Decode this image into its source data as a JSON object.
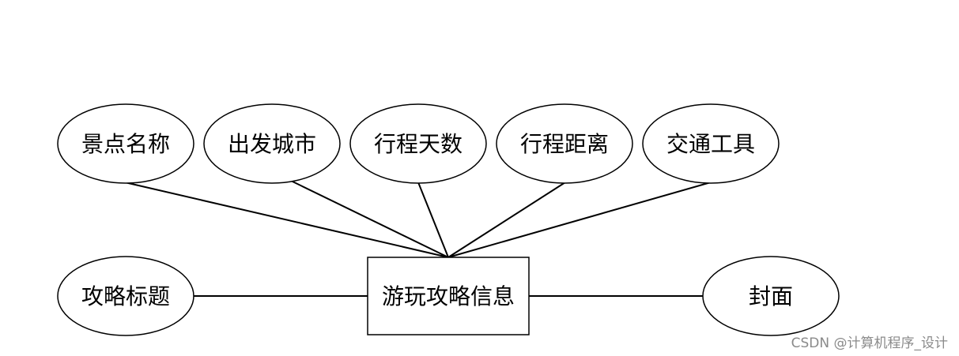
{
  "diagram": {
    "entity": {
      "label": "游玩攻略信息"
    },
    "attributes": [
      {
        "label": "景点名称"
      },
      {
        "label": "出发城市"
      },
      {
        "label": "行程天数"
      },
      {
        "label": "行程距离"
      },
      {
        "label": "交通工具"
      },
      {
        "label": "攻略标题"
      },
      {
        "label": "封面"
      }
    ]
  },
  "watermark": "CSDN @计算机程序_设计"
}
